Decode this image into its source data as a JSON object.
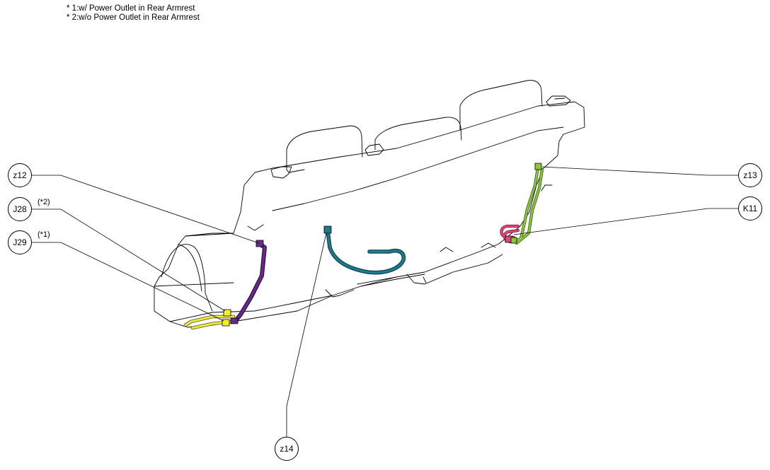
{
  "notes": [
    "* 1:w/ Power Outlet in Rear Armrest",
    "* 2:w/o Power Outlet in Rear Armrest"
  ],
  "callouts": {
    "z12": "z12",
    "J28": "J28",
    "J29": "J29",
    "z13": "z13",
    "K11": "K11",
    "z14": "z14"
  },
  "variants": {
    "J28": "(*2)",
    "J29": "(*1)"
  },
  "colors": {
    "outline": "#000000",
    "harness_z12": "#6a2a8c",
    "harness_j28_j29": "#f2ee2c",
    "harness_z14": "#1f7a8c",
    "harness_z13": "#8cc63f",
    "harness_k11": "#e0457b"
  }
}
